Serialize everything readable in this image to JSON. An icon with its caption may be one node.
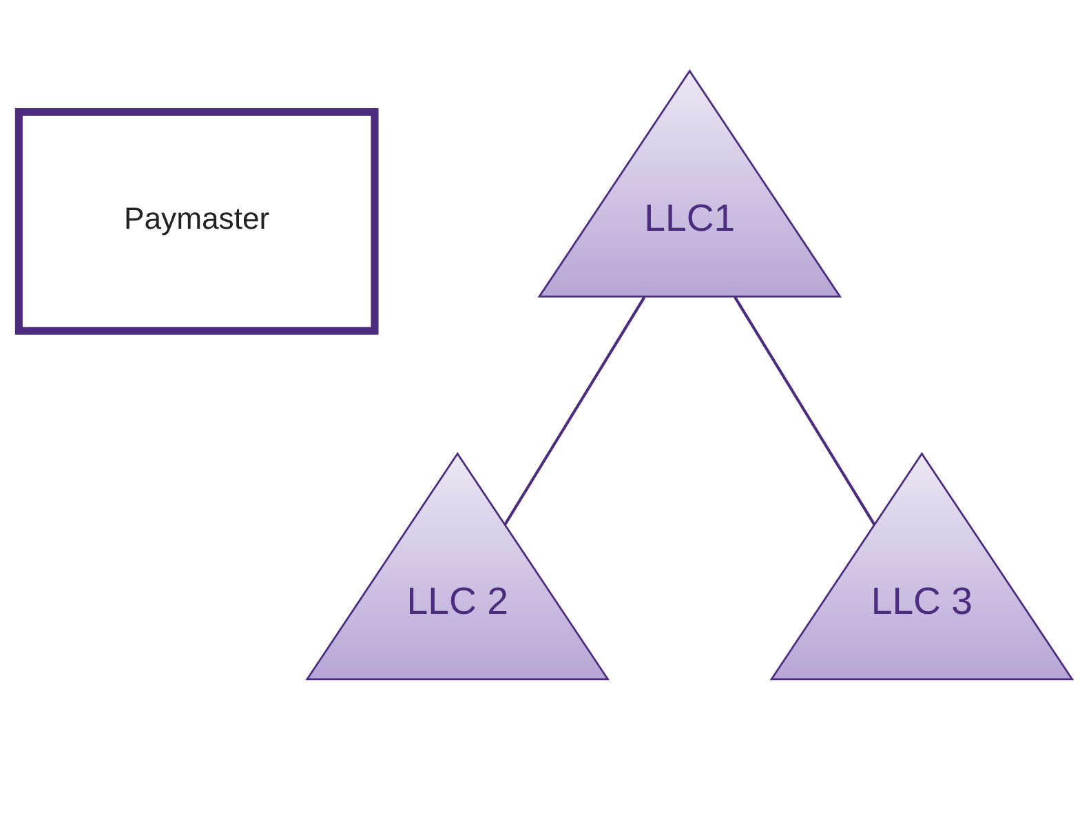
{
  "diagram": {
    "nodes": [
      {
        "text": [
          "Paymaster"
        ]
      },
      {
        "text": [
          "LLC1"
        ]
      },
      {
        "text": [
          "LLC 2"
        ]
      },
      {
        "text": [
          "LLC 3"
        ]
      }
    ],
    "edges": [
      {
        "from": 1,
        "to": 2,
        "arrow": "none"
      },
      {
        "from": 1,
        "to": 3,
        "arrow": "none"
      }
    ]
  }
}
